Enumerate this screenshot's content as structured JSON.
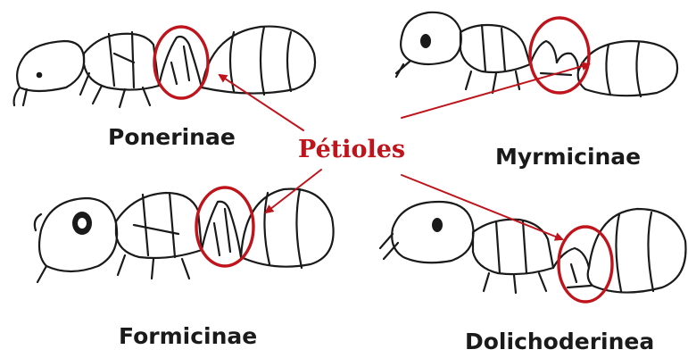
{
  "labels": {
    "top_left": "Ponerinae",
    "top_right": "Myrmicinae",
    "bottom_left": "Formicinae",
    "bottom_right": "Dolichoderinea",
    "center": "Pétioles"
  },
  "colors": {
    "highlight": "#c0141c",
    "ink": "#1a1a1a",
    "background": "#ffffff"
  }
}
